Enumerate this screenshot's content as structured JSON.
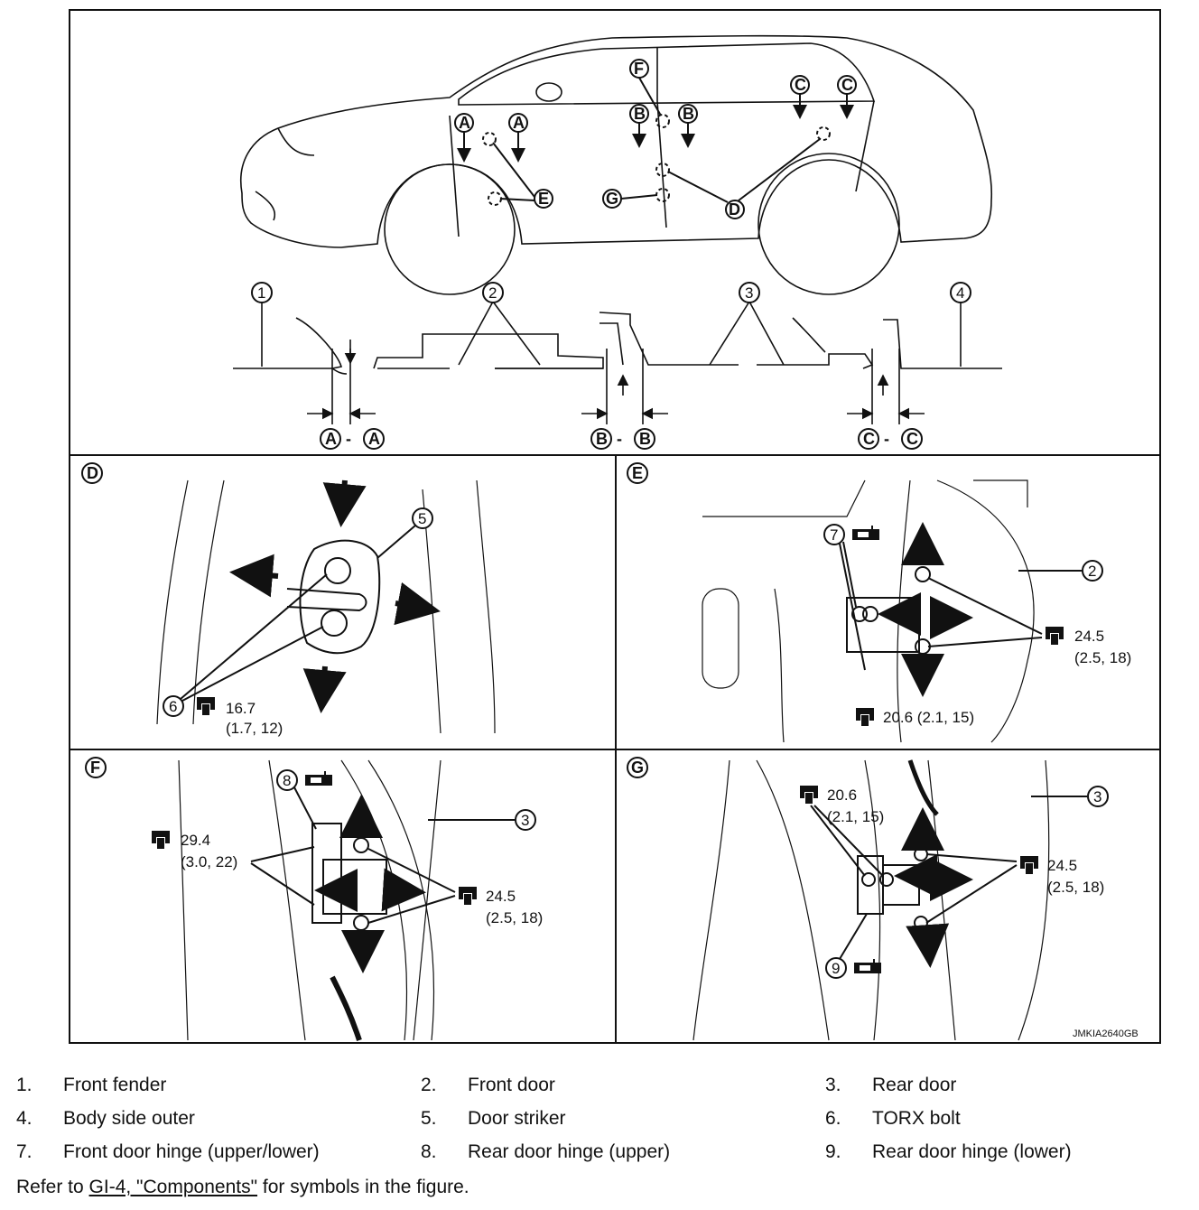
{
  "figure": {
    "code": "JMKIA2640GB",
    "section_labels": {
      "A": "A",
      "B": "B",
      "C": "C",
      "D": "D",
      "E": "E",
      "F": "F",
      "G": "G"
    },
    "section_cuts": {
      "a": {
        "left": "A",
        "dash": "-",
        "right": "A"
      },
      "b": {
        "left": "B",
        "dash": "-",
        "right": "B"
      },
      "c": {
        "left": "C",
        "dash": "-",
        "right": "C"
      }
    },
    "callouts": [
      "1",
      "2",
      "3",
      "4",
      "5",
      "6",
      "7",
      "8",
      "9"
    ],
    "torques": {
      "d": {
        "main": "16.7",
        "sub": "(1.7, 12)"
      },
      "e1": {
        "main": "24.5",
        "sub": "(2.5, 18)"
      },
      "e2": {
        "main": "20.6 (2.1, 15)"
      },
      "f1": {
        "main": "29.4",
        "sub": "(3.0, 22)"
      },
      "f2": {
        "main": "24.5",
        "sub": "(2.5, 18)"
      },
      "g1": {
        "main": "20.6",
        "sub": "(2.1, 15)"
      },
      "g2": {
        "main": "24.5",
        "sub": "(2.5, 18)"
      }
    }
  },
  "legend": [
    {
      "num": "1.",
      "label": "Front fender"
    },
    {
      "num": "2.",
      "label": "Front door"
    },
    {
      "num": "3.",
      "label": "Rear door"
    },
    {
      "num": "4.",
      "label": "Body side outer"
    },
    {
      "num": "5.",
      "label": "Door striker"
    },
    {
      "num": "6.",
      "label": "TORX bolt"
    },
    {
      "num": "7.",
      "label": "Front door hinge (upper/lower)"
    },
    {
      "num": "8.",
      "label": "Rear door hinge (upper)"
    },
    {
      "num": "9.",
      "label": "Rear door hinge (lower)"
    }
  ],
  "note": {
    "prefix": "Refer to ",
    "link": "GI-4, \"Components\"",
    "suffix": " for symbols in the figure."
  }
}
